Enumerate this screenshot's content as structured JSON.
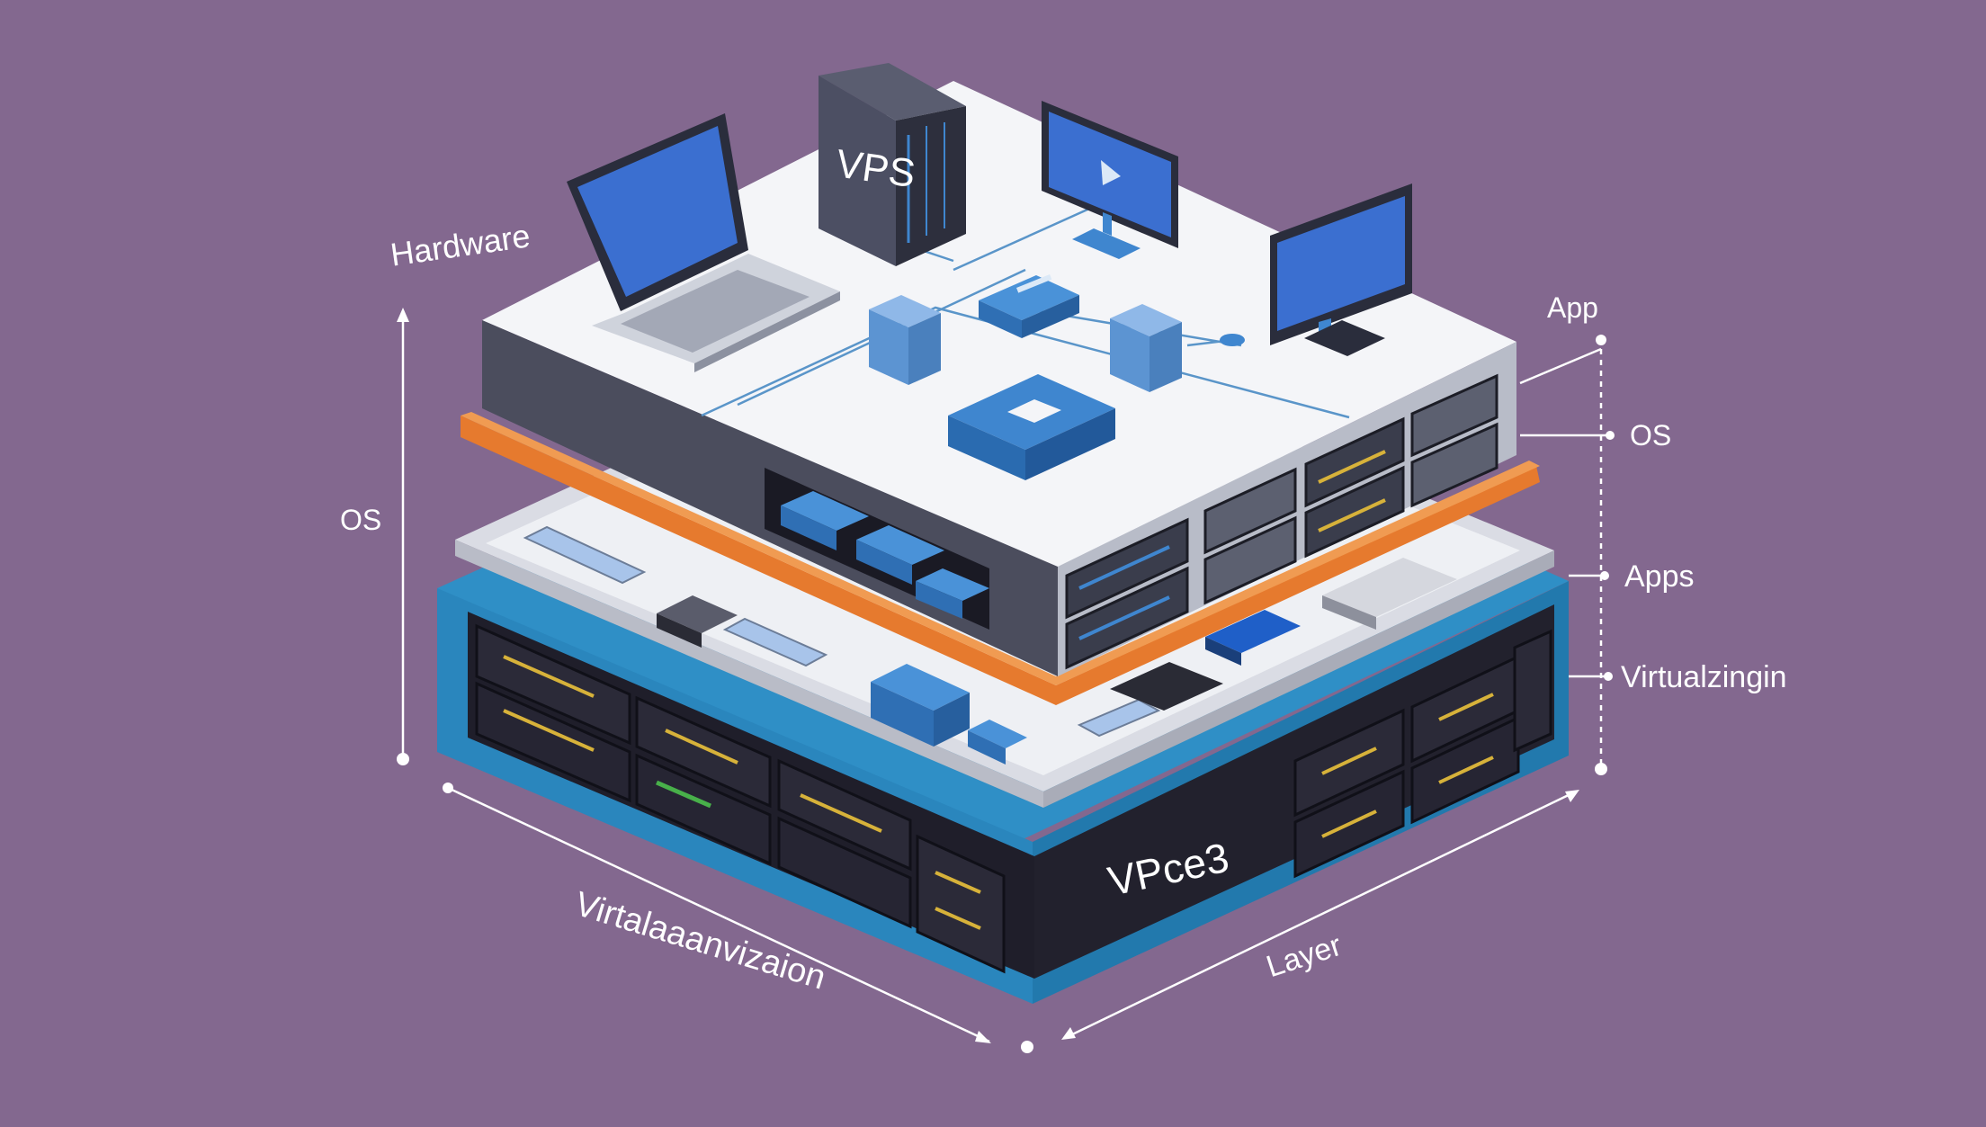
{
  "colors": {
    "background": "#83688f",
    "platform_top": "#f4f5f8",
    "platform_side": "#4b4d5d",
    "accent_orange": "#e67a2e",
    "rack_blue": "#2f8fc6",
    "rack_dark": "#1f1e2a",
    "device_blue": "#3f86cf",
    "label_white": "#ffffff"
  },
  "labels": {
    "hardware": "Hardware",
    "os_left": "OS",
    "app": "App",
    "os_right": "OS",
    "apps": "Apps",
    "virtualizing": "Virtualzingin",
    "virtualization": "Virtalaaanvizaion",
    "layer": "Layer"
  },
  "devices": {
    "tower": "VPS",
    "rack": "VPce3"
  },
  "icons": [
    "laptop-icon",
    "server-tower-icon",
    "monitor-icon",
    "network-switch-icon",
    "storage-block-icon",
    "keyboard-icon",
    "server-rack-icon"
  ]
}
